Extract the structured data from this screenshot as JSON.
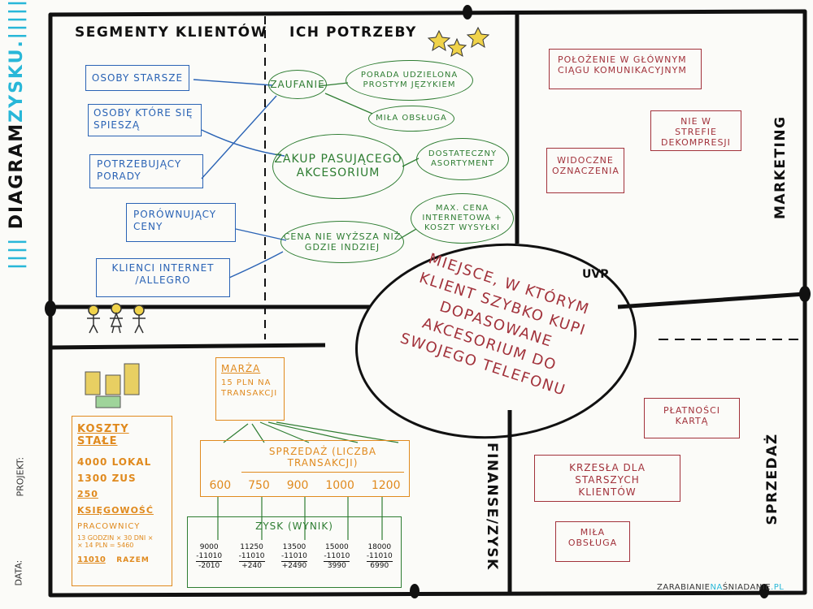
{
  "side": {
    "title_prefix": "DIAGRAM ",
    "title_accent": "ZYSKU",
    "project_label": "PROJEKT:",
    "date_label": "DATA:"
  },
  "segments": {
    "heading": "SEGMENTY KLIENTÓW",
    "items": [
      "OSOBY STARSZE",
      "OSOBY KTÓRE SIĘ SPIESZĄ",
      "POTRZEBUJĄCY PORADY",
      "PORÓWNUJĄCY CENY",
      "KLIENCI INTERNET /ALLEGRO"
    ]
  },
  "needs": {
    "heading": "ICH POTRZEBY",
    "main": [
      "ZAUFANIE",
      "ZAKUP PASUJĄCEGO AKCESORIUM",
      "CENA NIE WYŻSZA NIŻ GDZIE INDZIEJ"
    ],
    "sub": [
      "PORADA UDZIELONA PROSTYM JĘZYKIEM",
      "MIŁA OBSŁUGA",
      "DOSTATECZNY ASORTYMENT",
      "MAX. CENA INTERNETOWA + KOSZT WYSYŁKI"
    ]
  },
  "marketing": {
    "label": "MARKETING",
    "items": [
      "POŁOŻENIE W GŁÓWNYM CIĄGU KOMUNIKACYJNYM",
      "NIE W STREFIE DEKOMPRESJI",
      "WIDOCZNE OZNACZENIA"
    ]
  },
  "uvp": {
    "label": "UVP",
    "text": "MIEJSCE, W KTÓRYM KLIENT SZYBKO KUPI DOPASOWANE AKCESORIUM DO SWOJEGO TELEFONU"
  },
  "sales": {
    "label": "SPRZEDAŻ",
    "items": [
      "PŁATNOŚCI KARTĄ",
      "KRZESŁA DLA STARSZYCH KLIENTÓW",
      "MIŁA OBSŁUGA"
    ]
  },
  "finance": {
    "label": "FINANSE/ZYSK",
    "fixed_costs": {
      "title": "KOSZTY STAŁE",
      "lines": [
        "4000 LOKAL",
        "1300 ZUS",
        "250 KSIĘGOWOŚĆ"
      ],
      "workers_title": "PRACOWNICY",
      "workers_calc": [
        "13 GODZIN × 30 DNI ×",
        "× 14 PLN = 5460"
      ],
      "total": "11010",
      "total_label": "RAZEM"
    },
    "margin": {
      "title": "MARŻA",
      "text": "15 PLN NA TRANSAKCJI"
    },
    "sales_title": "SPRZEDAŻ (LICZBA TRANSAKCJI)",
    "transactions": [
      "600",
      "750",
      "900",
      "1000",
      "1200"
    ],
    "profit_title": "ZYSK (WYNIK)",
    "profit": [
      {
        "gross": "9000",
        "cost": "-11010",
        "result": "-2010"
      },
      {
        "gross": "11250",
        "cost": "-11010",
        "result": "+240"
      },
      {
        "gross": "13500",
        "cost": "-11010",
        "result": "+2490"
      },
      {
        "gross": "15000",
        "cost": "-11010",
        "result": "3990"
      },
      {
        "gross": "18000",
        "cost": "-11010",
        "result": "6990"
      }
    ]
  },
  "footer": {
    "brand_a": "ZARABIANIE",
    "brand_b": "NA",
    "brand_c": "ŚNIADANIE",
    "brand_d": ".PL"
  },
  "colors": {
    "blue": "#2a63b5",
    "green": "#2e7d32",
    "red": "#a2323b",
    "orange": "#e08a1e",
    "accent": "#28b7d8"
  }
}
